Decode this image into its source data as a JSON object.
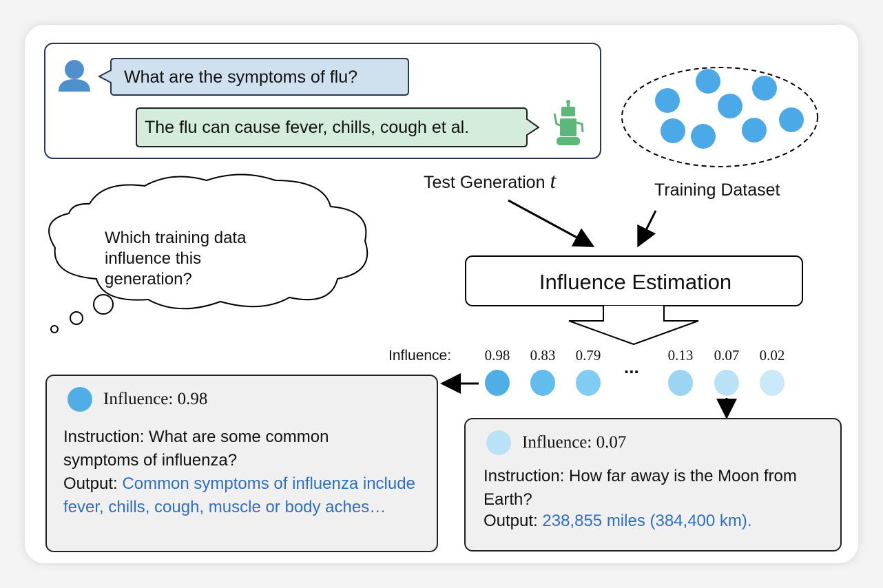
{
  "chat": {
    "user_message": "What are the symptoms of flu?",
    "bot_message": "The flu can cause fever, chills, cough et al."
  },
  "labels": {
    "test_generation": "Test Generation",
    "test_symbol": "t",
    "training_dataset": "Training Dataset",
    "influence_estimation": "Influence Estimation",
    "thought": "Which training data influence this generation?",
    "influence_row_label": "Influence:",
    "ellipsis": "..."
  },
  "influence_values": [
    "0.98",
    "0.83",
    "0.79",
    "0.13",
    "0.07",
    "0.02"
  ],
  "dot_colors": [
    "#4faee6",
    "#63bcee",
    "#80ccf2",
    "#9ad5f3",
    "#b9e2f6",
    "#cbe9f8"
  ],
  "high_example": {
    "influence": "Influence: 0.98",
    "instruction": "Instruction: What are some common symptoms of influenza?",
    "output_label": "Output:",
    "output": "Common symptoms of influenza include fever, chills, cough, muscle or body aches…"
  },
  "low_example": {
    "influence": "Influence: 0.07",
    "instruction": "Instruction: How far away is the Moon from Earth?",
    "output_label": "Output:",
    "output": "238,855 miles (384,400 km)."
  }
}
